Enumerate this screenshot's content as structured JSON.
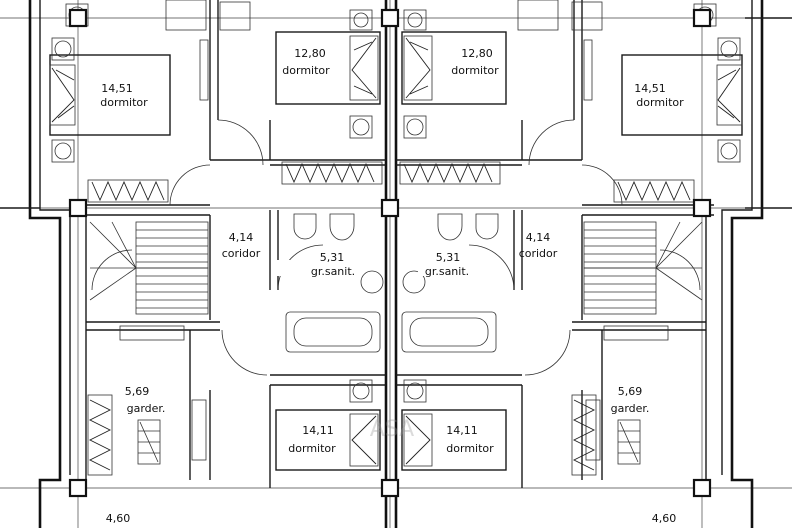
{
  "rooms": [
    {
      "id": "dorm-left",
      "area": "14,51",
      "name": "dormitor"
    },
    {
      "id": "dorm-cl",
      "area": "12,80",
      "name": "dormitor"
    },
    {
      "id": "dorm-cr",
      "area": "12,80",
      "name": "dormitor"
    },
    {
      "id": "dorm-right",
      "area": "14,51",
      "name": "dormitor"
    },
    {
      "id": "cor-left",
      "area": "4,14",
      "name": "coridor"
    },
    {
      "id": "san-left",
      "area": "5,31",
      "name": "gr.sanit."
    },
    {
      "id": "san-right",
      "area": "5,31",
      "name": "gr.sanit."
    },
    {
      "id": "cor-right",
      "area": "4,14",
      "name": "coridor"
    },
    {
      "id": "gard-left",
      "area": "5,69",
      "name": "garder."
    },
    {
      "id": "gard-right",
      "area": "5,69",
      "name": "garder."
    },
    {
      "id": "dorm-bl",
      "area": "14,11",
      "name": "dormitor"
    },
    {
      "id": "dorm-br",
      "area": "14,11",
      "name": "dormitor"
    },
    {
      "id": "bottom-left",
      "area": "4,60",
      "name": ""
    },
    {
      "id": "bottom-right",
      "area": "4,60",
      "name": ""
    }
  ],
  "watermark": "ASA"
}
